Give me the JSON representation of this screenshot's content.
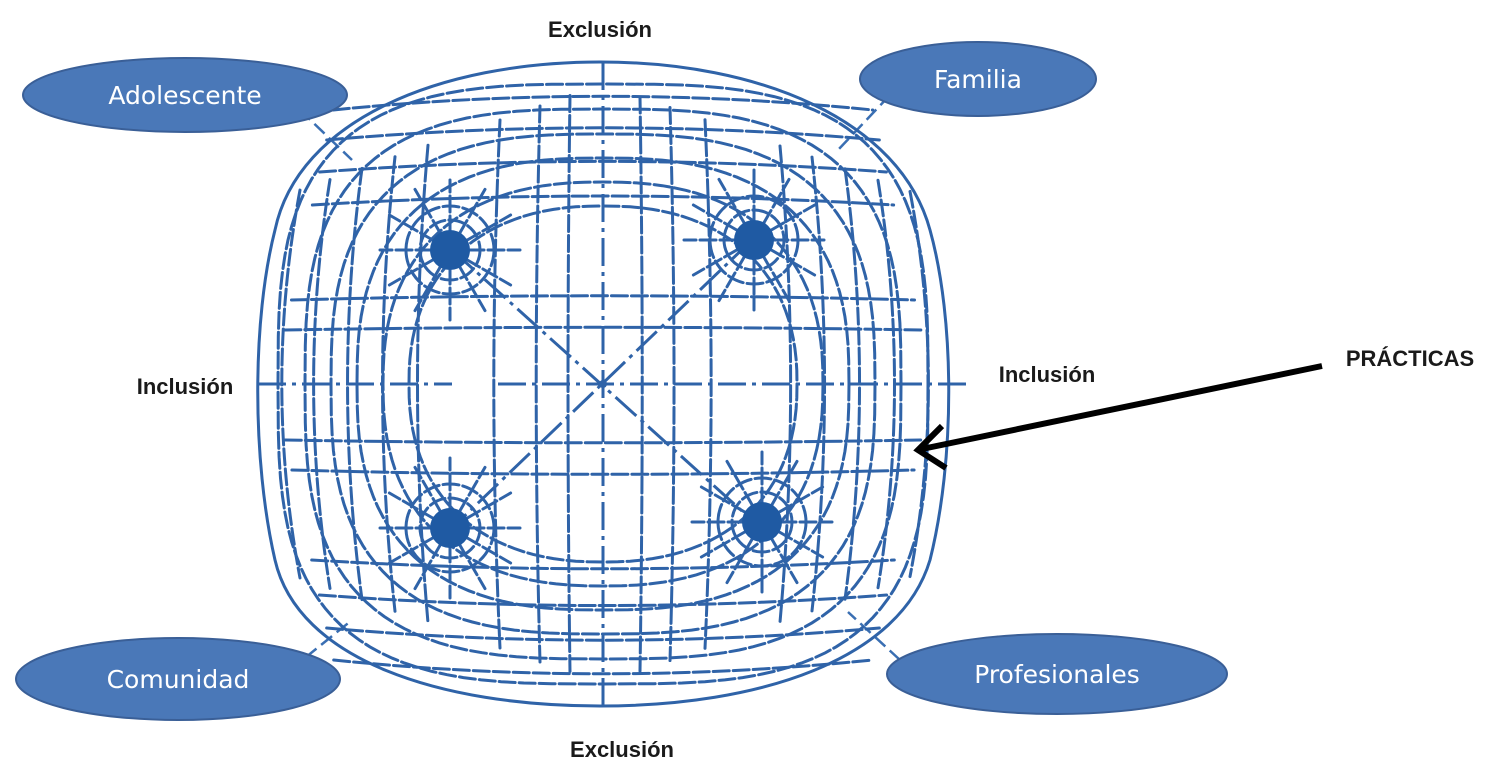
{
  "axes": {
    "top": "Exclusión",
    "bottom": "Exclusión",
    "left": "Inclusión",
    "right": "Inclusión"
  },
  "nodes": {
    "adolescente": "Adolescente",
    "familia": "Familia",
    "comunidad": "Comunidad",
    "profesionales": "Profesionales"
  },
  "annotation": {
    "label": "PRÁCTICAS"
  },
  "colors": {
    "grid": "#2f63a8",
    "node_fill": "#4a78b8",
    "node_text": "#ffffff",
    "pole": "#1f5aa3"
  }
}
